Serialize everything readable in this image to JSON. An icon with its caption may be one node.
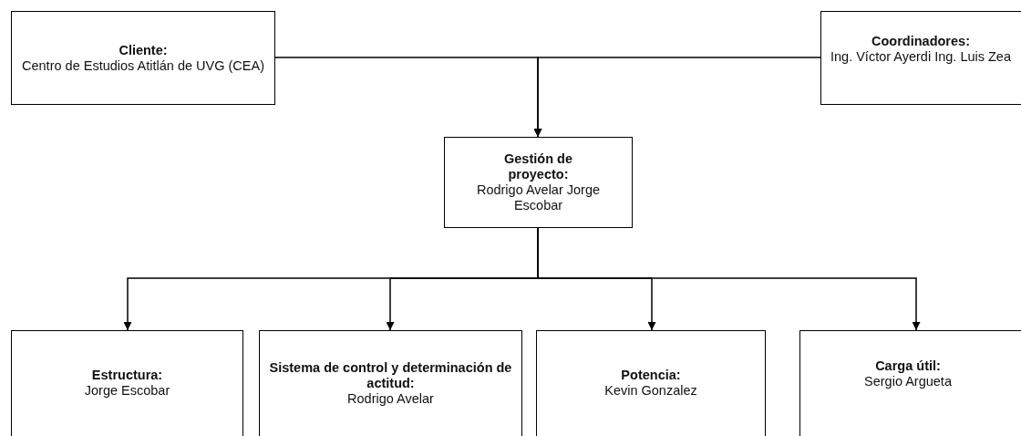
{
  "diagram": {
    "nodes": [
      {
        "text": [
          "Cliente:",
          "Centro de Estudios Atitlán de UVG (CEA)"
        ]
      },
      {
        "text": [
          "Coordinadores:",
          "Ing. Víctor Ayerdi Ing. Luis Zea"
        ]
      },
      {
        "text": [
          "Gestión de proyecto:",
          "Rodrigo Avelar Jorge Escobar"
        ]
      },
      {
        "text": [
          "Estructura:",
          "Jorge Escobar"
        ]
      },
      {
        "text": [
          "Sistema de control y determinación de actitud:",
          "Rodrigo Avelar"
        ]
      },
      {
        "text": [
          "Potencia:",
          "Kevin Gonzalez"
        ]
      },
      {
        "text": [
          "Carga útil:",
          "Sergio Argueta"
        ]
      }
    ],
    "edges": [
      {
        "from": 0,
        "to": 2,
        "arrow": "to"
      },
      {
        "from": 1,
        "to": 2,
        "arrow": "to"
      },
      {
        "from": 2,
        "to": 3,
        "arrow": "to"
      },
      {
        "from": 2,
        "to": 4,
        "arrow": "to"
      },
      {
        "from": 2,
        "to": 5,
        "arrow": "to"
      },
      {
        "from": 2,
        "to": 6,
        "arrow": "to"
      }
    ]
  }
}
